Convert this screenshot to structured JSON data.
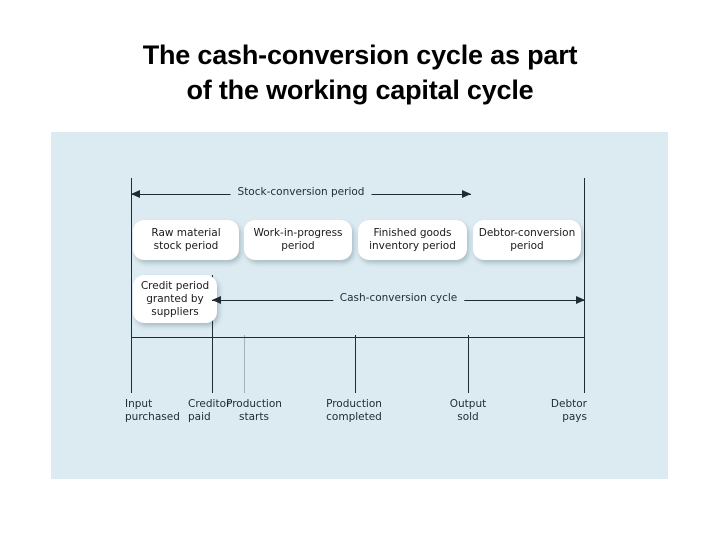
{
  "slide": {
    "title_line1": "The cash-conversion cycle as part",
    "title_line2": "of the working capital cycle",
    "panel_color": "#dcebf1",
    "line_color": "#1d2b33"
  },
  "diagram": {
    "arrows": [
      {
        "label": "Stock-conversion period"
      },
      {
        "label": "Cash-conversion cycle"
      }
    ],
    "period_boxes": [
      {
        "line1": "Raw material",
        "line2": "stock period"
      },
      {
        "line1": "Work-in-progress",
        "line2": "period"
      },
      {
        "line1": "Finished goods",
        "line2": "inventory period"
      },
      {
        "line1": "Debtor-conversion",
        "line2": "period"
      }
    ],
    "credit_box": {
      "line1": "Credit period",
      "line2": "granted by",
      "line3": "suppliers"
    },
    "timeline_events": [
      {
        "line1": "Input",
        "line2": "purchased"
      },
      {
        "line1": "Creditor",
        "line2": "paid"
      },
      {
        "line1": "Production",
        "line2": "starts"
      },
      {
        "line1": "Production",
        "line2": "completed"
      },
      {
        "line1": "Output",
        "line2": "sold"
      },
      {
        "line1": "Debtor",
        "line2": "pays"
      }
    ]
  }
}
